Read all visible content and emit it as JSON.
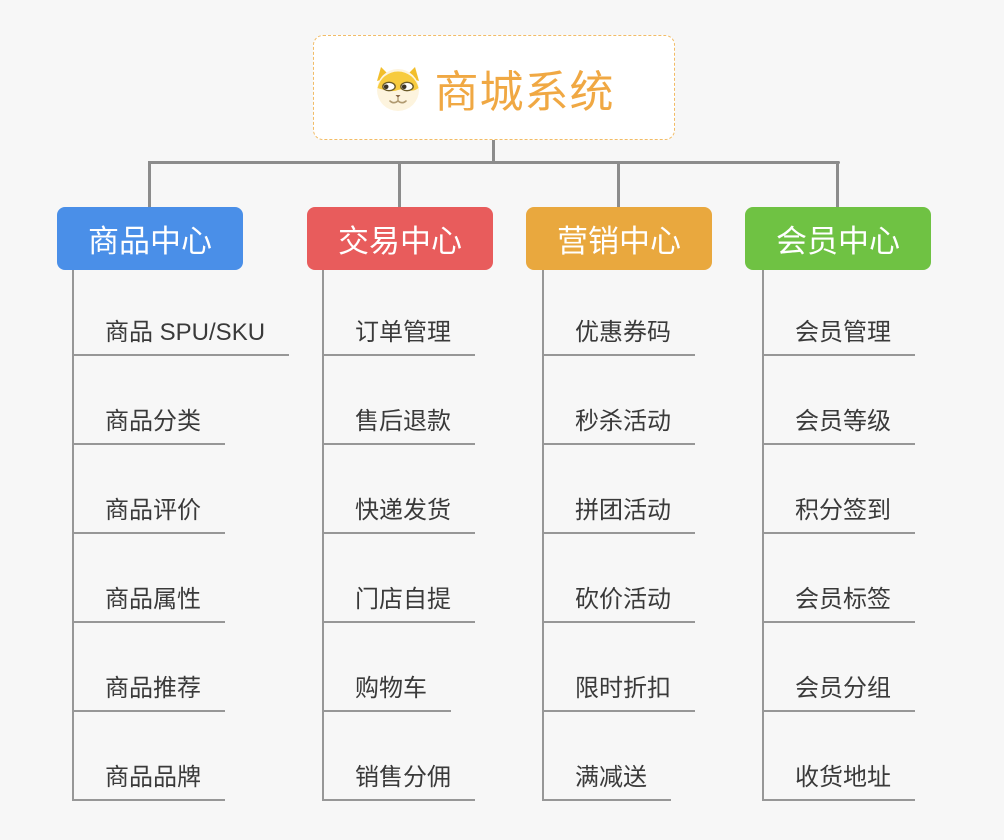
{
  "page": {
    "background": "#f7f7f7",
    "connector_color": "#8c8c8c"
  },
  "root": {
    "title": "商城系统",
    "title_color": "#F0A843",
    "border_color": "#f2bc66",
    "icon": "dog-face-icon"
  },
  "branches": [
    {
      "label": "商品中心",
      "color": "#4A8FE8",
      "children": [
        "商品 SPU/SKU",
        "商品分类",
        "商品评价",
        "商品属性",
        "商品推荐",
        "商品品牌"
      ]
    },
    {
      "label": "交易中心",
      "color": "#E85C5C",
      "children": [
        "订单管理",
        "售后退款",
        "快递发货",
        "门店自提",
        "购物车",
        "销售分佣"
      ]
    },
    {
      "label": "营销中心",
      "color": "#E9A83E",
      "children": [
        "优惠券码",
        "秒杀活动",
        "拼团活动",
        "砍价活动",
        "限时折扣",
        "满减送"
      ]
    },
    {
      "label": "会员中心",
      "color": "#6FC243",
      "children": [
        "会员管理",
        "会员等级",
        "积分签到",
        "会员标签",
        "会员分组",
        "收货地址"
      ]
    }
  ]
}
